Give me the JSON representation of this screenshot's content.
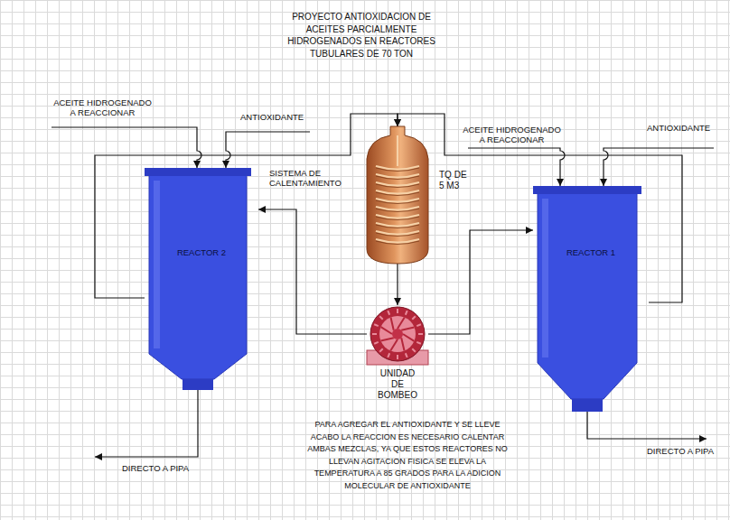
{
  "diagram": {
    "title": "PROYECTO ANTIOXIDACION DE ACEITES PARCIALMENTE HIDROGENADOS EN REACTORES TUBULARES DE 70 TON",
    "nodes": [
      {
        "text": [
          "REACTOR 2"
        ]
      },
      {
        "text": [
          "TQ DE 5 M3"
        ]
      },
      {
        "text": [
          "REACTOR 1"
        ]
      },
      {
        "text": [
          "UNIDAD DE BOMBEO"
        ]
      }
    ],
    "edges": [
      {
        "from": 0,
        "to": 1,
        "arrow": "to"
      },
      {
        "from": 2,
        "to": 1,
        "arrow": "to"
      },
      {
        "from": 1,
        "to": 3,
        "arrow": "to"
      },
      {
        "from": 3,
        "to": 2,
        "arrow": "to"
      },
      {
        "from": 3,
        "to": 0,
        "arrow": "to"
      }
    ],
    "labels": [
      "ACEITE HIDROGENADO A REACCIONAR",
      "ANTIOXIDANTE",
      "ACEITE HIDROGENADO A REACCIONAR",
      "ANTIOXIDANTE",
      "SISTEMA DE CALENTAMIENTO",
      "DIRECTO A PIPA",
      "DIRECTO A PIPA",
      "PARA AGREGAR EL ANTIOXIDANTE Y SE LLEVE ACABO LA REACCION ES NECESARIO CALENTAR AMBAS MEZCLAS, YA QUE ESTOS REACTORES NO LLEVAN AGITACION FISICA SE ELEVA LA TEMPERATURA A 85 GRADOS PARA LA ADICION MOLECULAR DE ANTIOXIDANTE"
    ]
  }
}
